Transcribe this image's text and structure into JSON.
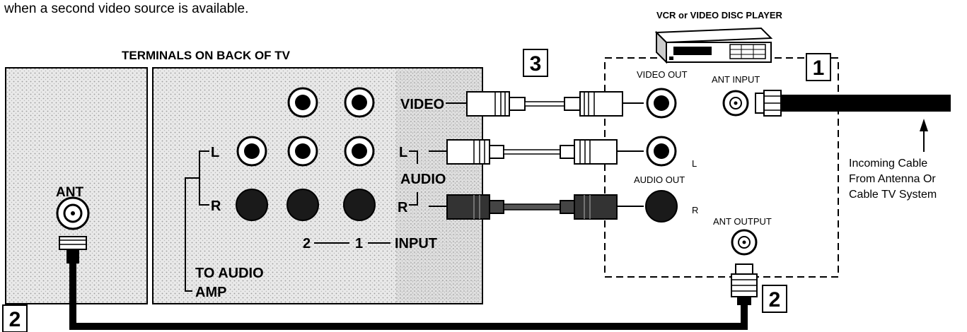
{
  "intro_text": "when a second video source is available.",
  "device_label": "VCR or VIDEO DISC PLAYER",
  "tv": {
    "title": "TERMINALS ON BACK OF TV",
    "ant_label": "ANT",
    "video_label": "VIDEO",
    "audio_label": "AUDIO",
    "left_label": "L",
    "right_label": "R",
    "input_label": "INPUT",
    "input_2": "2",
    "input_1": "1",
    "to_audio_amp_line1": "TO AUDIO",
    "to_audio_amp_line2": "AMP"
  },
  "vcr": {
    "video_out": "VIDEO  OUT",
    "audio_out": "AUDIO OUT",
    "ant_input": "ANT INPUT",
    "ant_output": "ANT OUTPUT",
    "left": "L",
    "right": "R"
  },
  "steps": {
    "step_1": "1",
    "step_2a": "2",
    "step_2b": "2",
    "step_3": "3"
  },
  "incoming": {
    "line1": "Incoming Cable",
    "line2": "From Antenna Or",
    "line3": "Cable TV System"
  }
}
